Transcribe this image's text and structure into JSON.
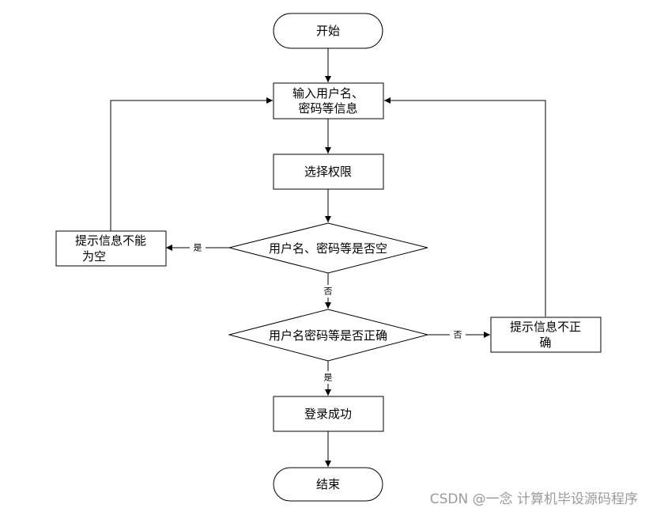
{
  "nodes": {
    "start": "开始",
    "input_line1": "输入用户名、",
    "input_line2": "密码等信息",
    "select_permission": "选择权限",
    "check_empty": "用户名、密码等是否空",
    "check_correct": "用户名密码等是否正确",
    "empty_prompt_line1": "提示信息不能",
    "empty_prompt_line2": "为空",
    "incorrect_prompt_line1": "提示信息不正",
    "incorrect_prompt_line2": "确",
    "login_success": "登录成功",
    "end": "结束"
  },
  "edges": {
    "empty_yes": "是",
    "empty_no": "否",
    "correct_yes": "是",
    "correct_no": "否"
  },
  "watermark": "CSDN @一念 计算机毕设源码程序"
}
